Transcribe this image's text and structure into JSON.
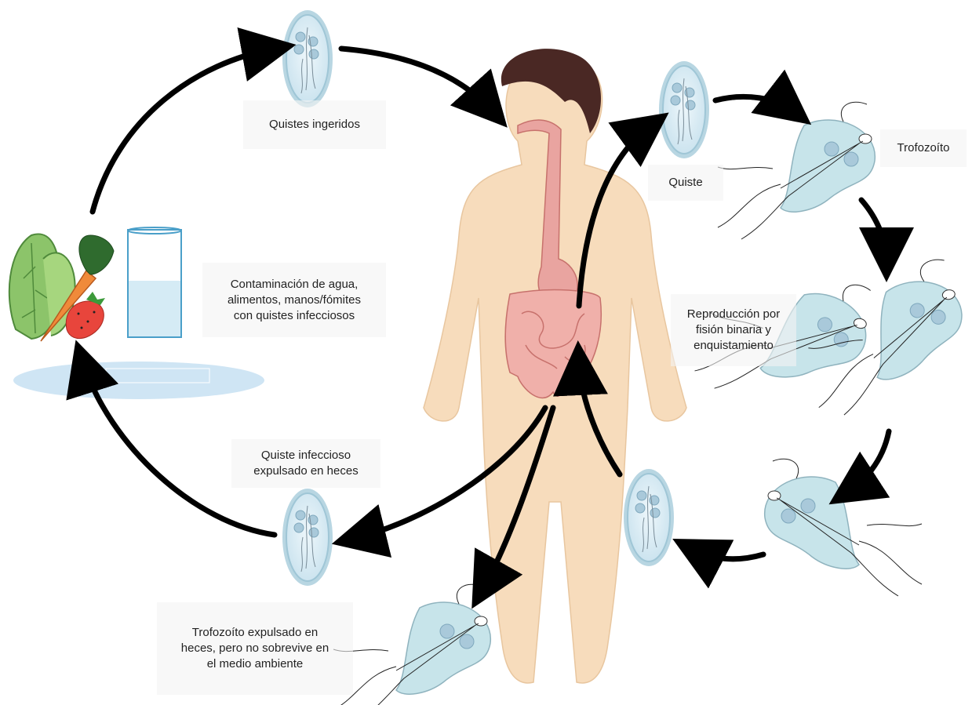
{
  "labels": {
    "quistes_ingeridos": "Quistes ingeridos",
    "quiste": "Quiste",
    "trofozoito": "Trofozoíto",
    "contaminacion": [
      "Contaminación de agua,",
      "alimentos, manos/fómites",
      "con quistes infecciosos"
    ],
    "reproduccion": [
      "Reproducción por",
      "fisión binaria y",
      "enquistamiento"
    ],
    "quiste_infeccioso": [
      "Quiste infeccioso",
      "expulsado en heces"
    ],
    "trofozoito_expulsado": [
      "Trofozoíto expulsado en",
      "heces, pero no sobrevive en",
      "el medio ambiente"
    ]
  },
  "colors": {
    "skin": "#f7dcbc",
    "hair": "#4a2824",
    "gut": "#e9a4a0",
    "cyst": "#d6eaf3",
    "cyst_rim": "#9fc6d6",
    "trophozoite": "#bfe0e8",
    "arrow": "#000000",
    "water": "#cfe5f4"
  }
}
